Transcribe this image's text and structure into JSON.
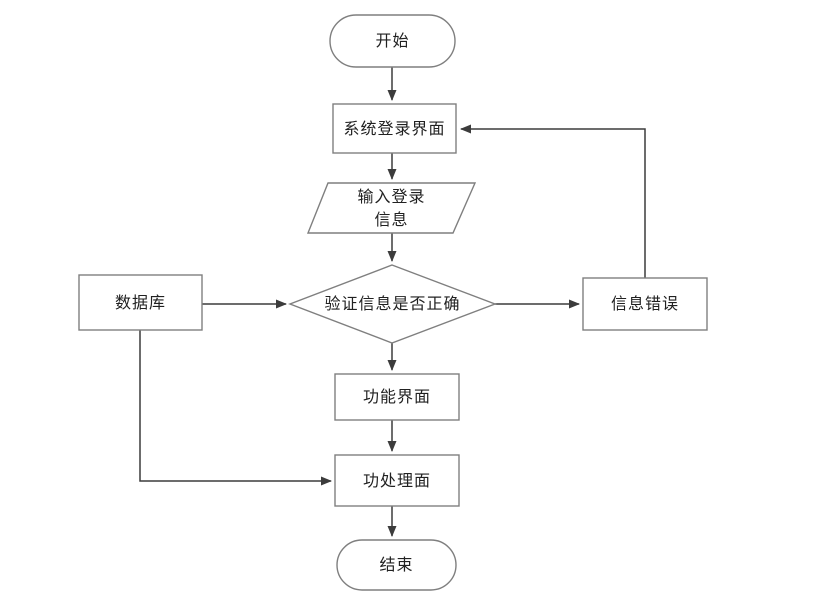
{
  "diagram": {
    "type": "flowchart",
    "background_color": "#ffffff",
    "shape_border_color": "#7f7f7f",
    "connector_color": "#3c3c3c",
    "text_color": "#212121",
    "nodes": {
      "start": {
        "label": "开始",
        "shape": "terminator"
      },
      "login": {
        "label": "系统登录界面",
        "shape": "process"
      },
      "input": {
        "label": "输入登录\n信息",
        "shape": "data-parallelogram"
      },
      "verify": {
        "label": "验证信息是否正确",
        "shape": "decision-diamond"
      },
      "database": {
        "label": "数据库",
        "shape": "process"
      },
      "error": {
        "label": "信息错误",
        "shape": "process"
      },
      "function_ui": {
        "label": "功能界面",
        "shape": "process"
      },
      "processing": {
        "label": "功处理面",
        "shape": "process"
      },
      "end": {
        "label": "结束",
        "shape": "terminator"
      }
    },
    "edges": [
      {
        "from": "start",
        "to": "login"
      },
      {
        "from": "login",
        "to": "input"
      },
      {
        "from": "input",
        "to": "verify"
      },
      {
        "from": "verify",
        "to": "error"
      },
      {
        "from": "error",
        "to": "login"
      },
      {
        "from": "database",
        "to": "verify"
      },
      {
        "from": "database",
        "to": "processing"
      },
      {
        "from": "verify",
        "to": "function_ui"
      },
      {
        "from": "function_ui",
        "to": "processing"
      },
      {
        "from": "processing",
        "to": "end"
      }
    ]
  }
}
